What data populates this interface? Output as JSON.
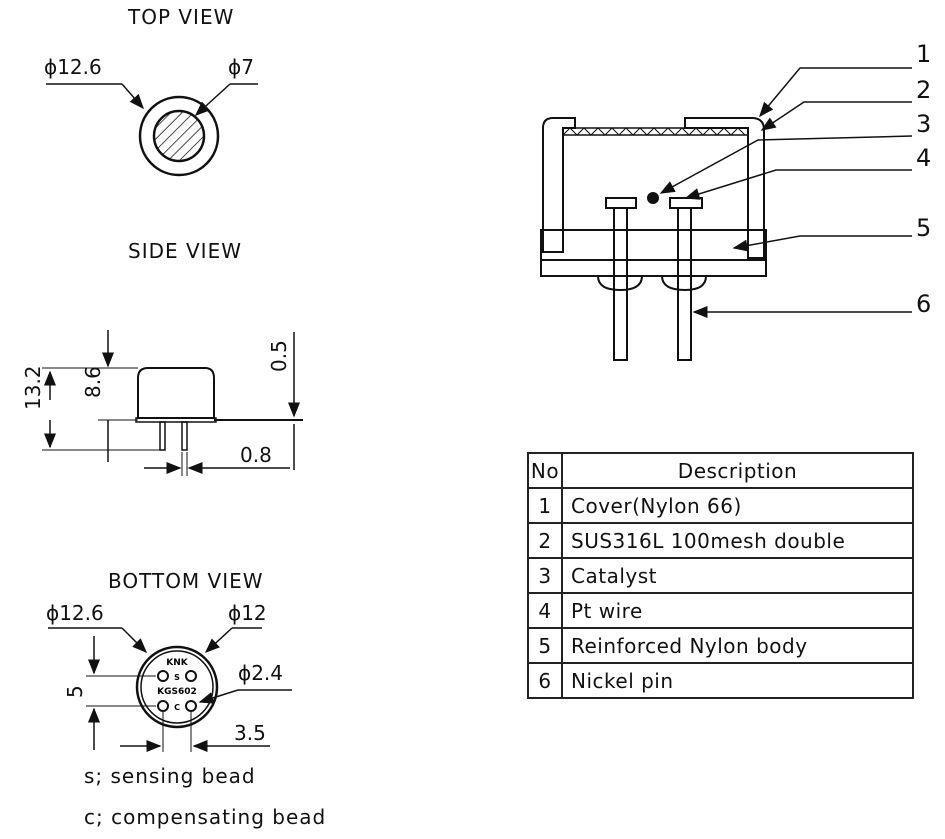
{
  "views": {
    "top": {
      "title": "TOP VIEW",
      "outer_dia": "ϕ12.6",
      "inner_dia": "ϕ7"
    },
    "side": {
      "title": "SIDE VIEW",
      "total_height": "13.2",
      "body_height": "8.6",
      "gap": "0.5",
      "pin_dia": "0.8"
    },
    "bottom": {
      "title": "BOTTOM VIEW",
      "outer_dia": "ϕ12.6",
      "inner_dia": "ϕ12",
      "pin_circle_dia": "ϕ2.4",
      "vertical_spacing": "5",
      "horizontal_spacing": "3.5",
      "marking_1": "KNK",
      "marking_2": "KGS602",
      "pin_s": "S",
      "pin_c": "C"
    }
  },
  "callouts": [
    "1",
    "2",
    "3",
    "4",
    "5",
    "6"
  ],
  "parts_table": {
    "headers": {
      "no": "No",
      "description": "Description"
    },
    "rows": [
      {
        "no": "1",
        "description": "Cover(Nylon 66)"
      },
      {
        "no": "2",
        "description": "SUS316L 100mesh double"
      },
      {
        "no": "3",
        "description": "Catalyst"
      },
      {
        "no": "4",
        "description": "Pt wire"
      },
      {
        "no": "5",
        "description": "Reinforced Nylon body"
      },
      {
        "no": "6",
        "description": "Nickel pin"
      }
    ]
  },
  "notes": {
    "s": "s; sensing bead",
    "c": "c; compensating bead"
  }
}
